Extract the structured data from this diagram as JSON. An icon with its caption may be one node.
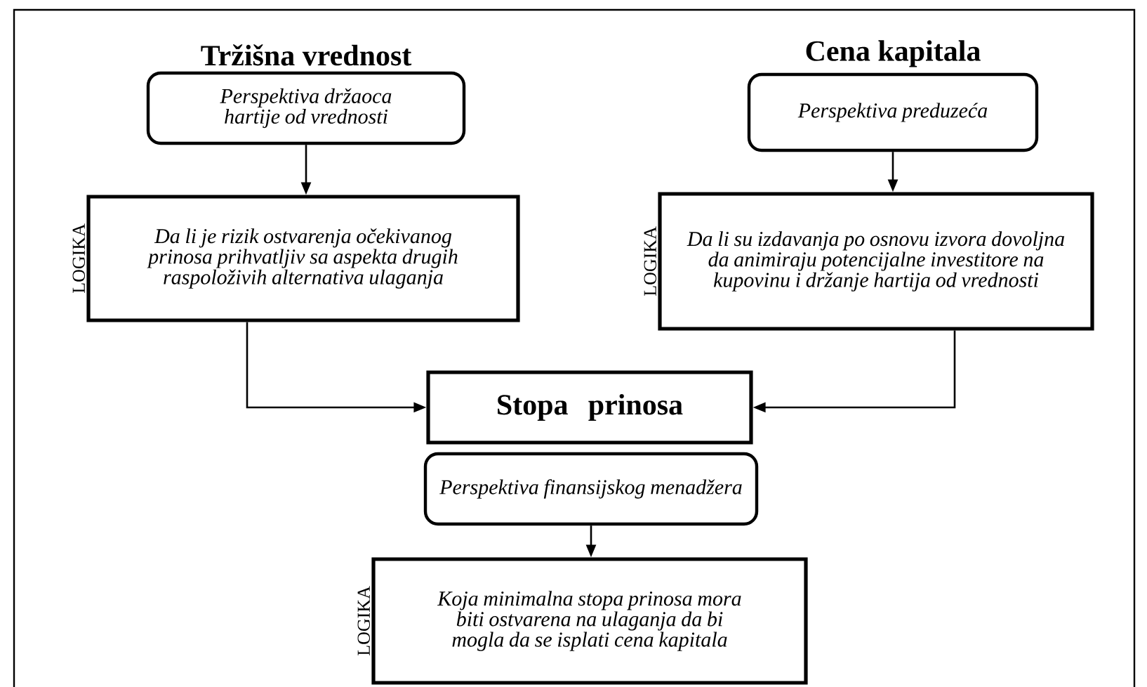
{
  "diagram": {
    "nodes": [
      {
        "text": [
          "Tržišna vrednost",
          "Perspektiva držaoca hartije od vrednosti"
        ]
      },
      {
        "text": [
          "Da li je rizik ostvarenja očekivanog prinosa prihvatljiv sa aspekta drugih raspoloživih alternativa ulaganja"
        ],
        "beside": [
          "LOGIKA"
        ]
      },
      {
        "text": [
          "Cena kapitala",
          "Perspektiva preduzeća"
        ]
      },
      {
        "text": [
          "Da li su izdavanja po osnovu izvora dovoljna da animiraju potencijalne investitore na kupovinu i držanje hartija od vrednosti"
        ],
        "beside": [
          "LOGIKA"
        ]
      },
      {
        "text": [
          "Stopa prinosa"
        ]
      },
      {
        "text": [
          "Perspektiva finansijskog menadžera"
        ]
      },
      {
        "text": [
          "Koja minimalna stopa prinosa mora biti ostvarena na ulaganja da bi mogla da se isplati cena kapitala"
        ],
        "beside": [
          "LOGIKA"
        ]
      }
    ],
    "edges": [
      {
        "from": 0,
        "to": 1,
        "arrow": "to"
      },
      {
        "from": 2,
        "to": 3,
        "arrow": "to"
      },
      {
        "from": 1,
        "to": 4,
        "arrow": "to"
      },
      {
        "from": 3,
        "to": 4,
        "arrow": "to"
      },
      {
        "from": 5,
        "to": 6,
        "arrow": "to"
      }
    ]
  }
}
